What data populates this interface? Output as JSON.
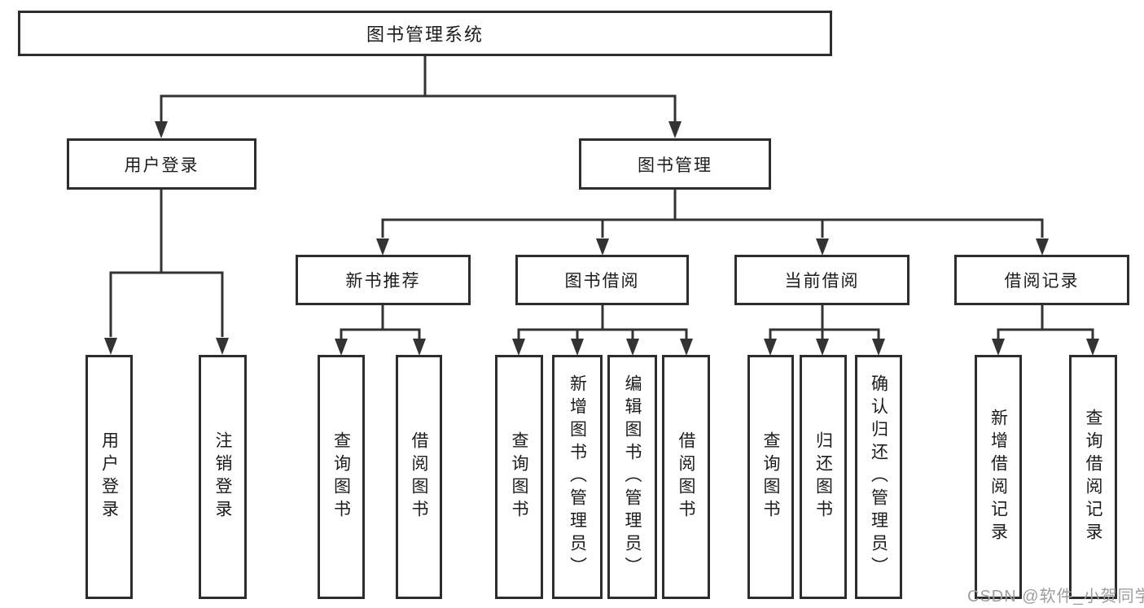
{
  "tree": {
    "root": {
      "label": "图书管理系统"
    },
    "level1": [
      {
        "label": "用户登录"
      },
      {
        "label": "图书管理"
      }
    ],
    "level2": [
      {
        "label": "新书推荐"
      },
      {
        "label": "图书借阅"
      },
      {
        "label": "当前借阅"
      },
      {
        "label": "借阅记录"
      }
    ],
    "leaves": {
      "user_login": [
        {
          "label": "用户登录"
        },
        {
          "label": "注销登录"
        }
      ],
      "new_book_recommend": [
        {
          "label": "查询图书"
        },
        {
          "label": "借阅图书"
        }
      ],
      "book_borrow": [
        {
          "label": "查询图书"
        },
        {
          "label": "新增图书（管理员）"
        },
        {
          "label": "编辑图书（管理员）"
        },
        {
          "label": "借阅图书"
        }
      ],
      "current_borrow": [
        {
          "label": "查询图书"
        },
        {
          "label": "归还图书"
        },
        {
          "label": "确认归还（管理员）"
        }
      ],
      "borrow_records": [
        {
          "label": "新增借阅记录"
        },
        {
          "label": "查询借阅记录"
        }
      ]
    }
  },
  "watermark": "CSDN @软件_小贺同学",
  "colors": {
    "background": "#ffffff",
    "line": "#333333",
    "box_border": "#2d2d2d",
    "text": "#1c1c1c",
    "watermark": "#9d9d9d"
  }
}
